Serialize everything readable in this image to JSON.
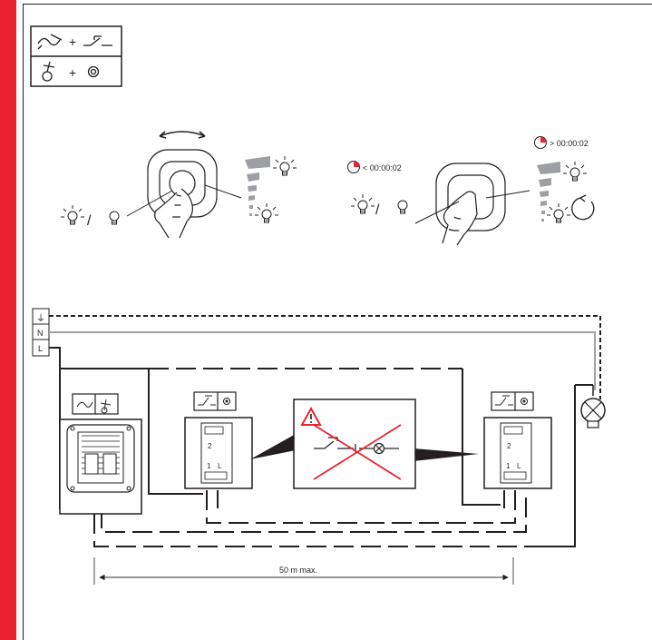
{
  "timers": {
    "short": "< 00:00:02",
    "long": "> 00:00:02"
  },
  "terminals": {
    "earth": "⏚",
    "neutral": "N",
    "live": "L"
  },
  "module_pins": {
    "top": "2",
    "bottom_1": "1",
    "bottom_l": "L"
  },
  "distance": {
    "label": "50 m max."
  },
  "colors": {
    "accent": "#e8222e",
    "line": "#231f20",
    "neutral_wire": "#9d9fa2"
  }
}
